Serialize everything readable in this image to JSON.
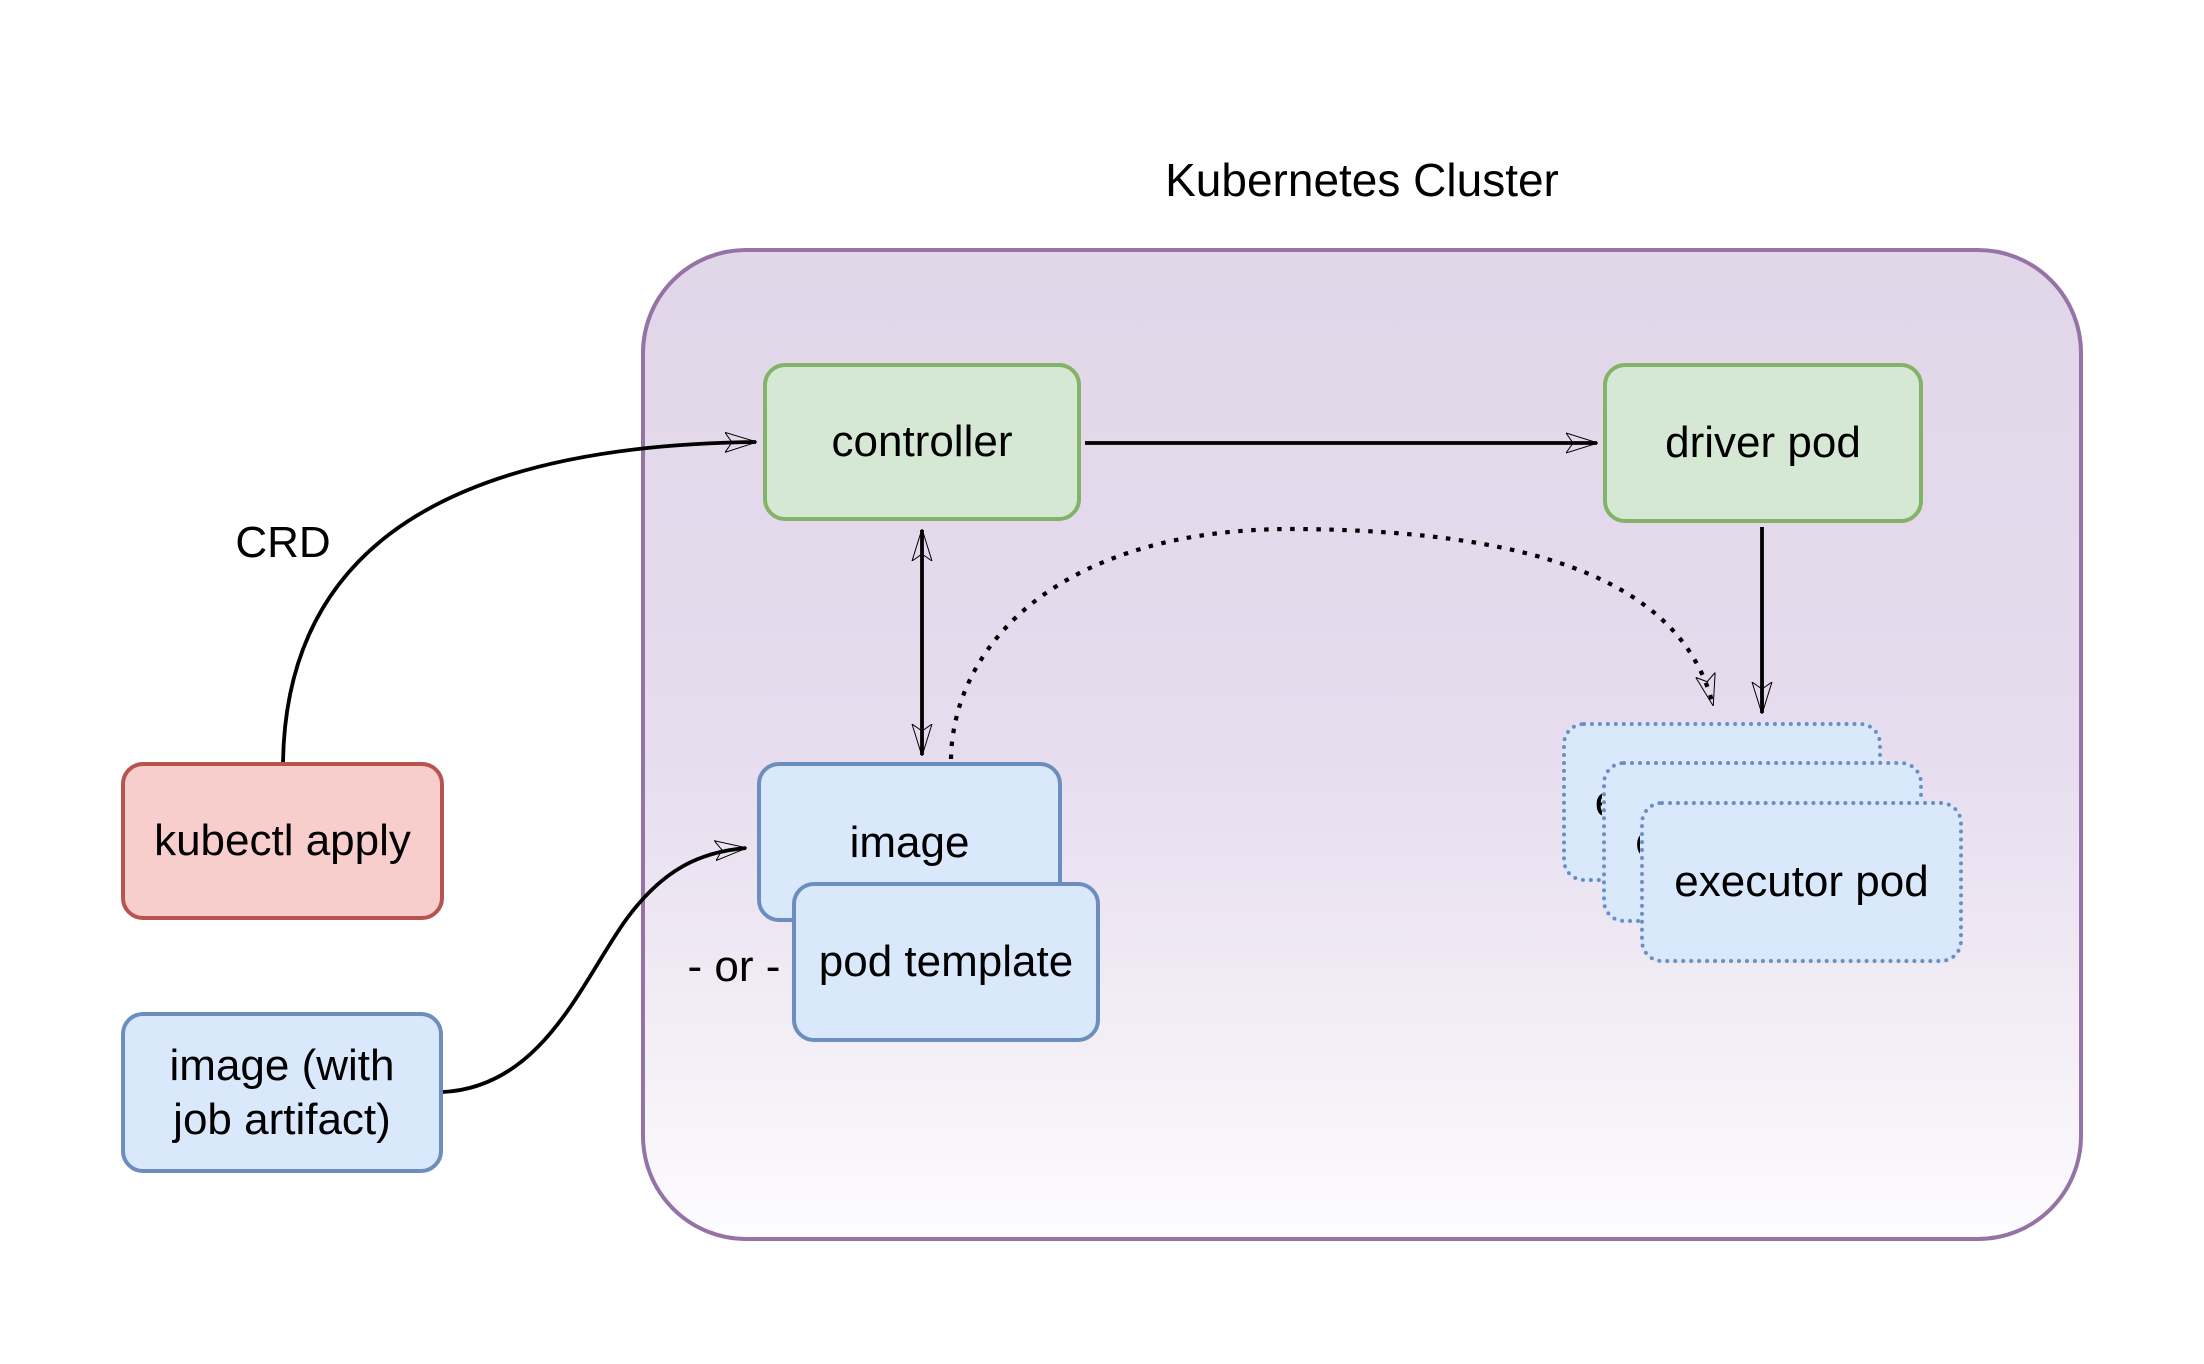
{
  "diagram_title": "Kubernetes Cluster",
  "cluster": {
    "label": "Kubernetes Cluster",
    "border_color": "#9673a6",
    "fill_top": "#e2d6e9",
    "fill_bottom": "#fdfcfe"
  },
  "nodes": {
    "kubectl_apply": {
      "label": "kubectl apply",
      "fill": "#f8cecc",
      "stroke": "#b85450"
    },
    "image_with_job_artifact": {
      "label": "image (with job artifact)",
      "fill": "#dae8fc",
      "stroke": "#6c8ebf"
    },
    "controller": {
      "label": "controller",
      "fill": "#d5e8d4",
      "stroke": "#82b366"
    },
    "driver_pod": {
      "label": "driver pod",
      "fill": "#d5e8d4",
      "stroke": "#82b366"
    },
    "image": {
      "label": "image",
      "fill": "#dae8fc",
      "stroke": "#6c8ebf"
    },
    "pod_template": {
      "label": "pod template",
      "fill": "#dae8fc",
      "stroke": "#6c8ebf"
    },
    "executor_pod": {
      "label": "executor pod",
      "fill": "#dae8fc",
      "stroke": "#6c8ebf",
      "stack_count": 3,
      "border_style": "dotted"
    }
  },
  "edge_labels": {
    "crd": "CRD",
    "or": "- or -"
  },
  "edges": [
    {
      "from": "kubectl_apply",
      "to": "controller",
      "style": "solid curved",
      "label": "CRD"
    },
    {
      "from": "controller",
      "to": "driver_pod",
      "style": "solid straight"
    },
    {
      "from": "controller",
      "to": "image",
      "style": "solid straight double-arrow"
    },
    {
      "from": "driver_pod",
      "to": "executor_pod",
      "style": "solid straight"
    },
    {
      "from": "image",
      "to": "executor_pod",
      "style": "dotted curved"
    },
    {
      "from": "image_with_job_artifact",
      "to": "image",
      "style": "solid curved",
      "label": "- or -"
    }
  ],
  "colors": {
    "background": "#ffffff",
    "edge": "#000000"
  }
}
